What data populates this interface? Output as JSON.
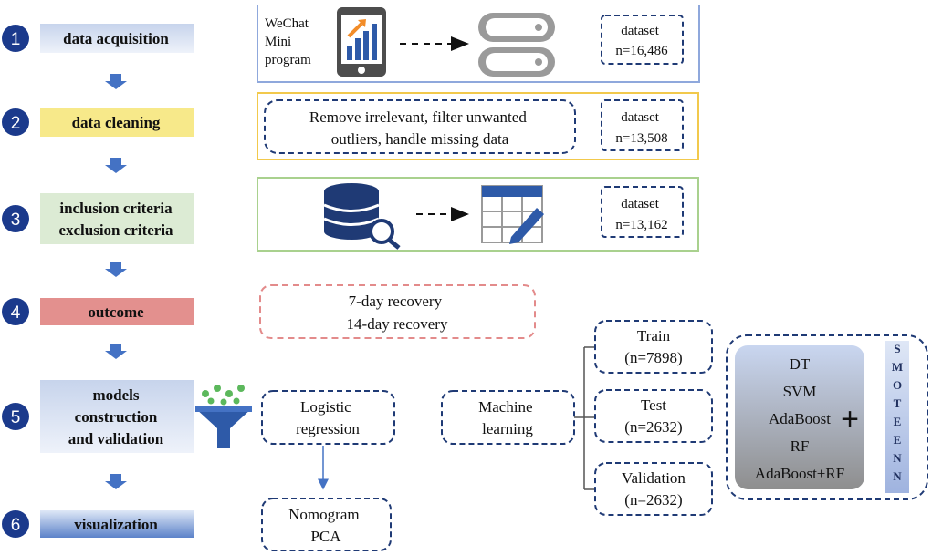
{
  "steps": [
    {
      "num": "1",
      "lines": [
        "data acquisition"
      ],
      "color": "#c9d8f0"
    },
    {
      "num": "2",
      "lines": [
        "data cleaning"
      ],
      "color": "#f7e98a"
    },
    {
      "num": "3",
      "lines": [
        "inclusion criteria",
        "exclusion criteria"
      ],
      "color": "#dcebd4"
    },
    {
      "num": "4",
      "lines": [
        "outcome"
      ],
      "color": "#e3908e"
    },
    {
      "num": "5",
      "lines": [
        "models",
        "construction",
        "and validation"
      ],
      "color": "#b7c7ea"
    },
    {
      "num": "6",
      "lines": [
        "visualization"
      ],
      "color": "#6c8fd0"
    }
  ],
  "acquisition": {
    "app_lines": [
      "WeChat",
      "Mini",
      "program"
    ],
    "dataset_lines": [
      "dataset",
      "n=16,486"
    ]
  },
  "cleaning": {
    "text_lines": [
      "Remove irrelevant, filter unwanted",
      "outliers, handle missing  data"
    ],
    "dataset_lines": [
      "dataset",
      "n=13,508"
    ]
  },
  "criteria": {
    "dataset_lines": [
      "dataset",
      "n=13,162"
    ]
  },
  "outcome": {
    "lines": [
      "7-day recovery",
      "14-day recovery"
    ]
  },
  "models": {
    "logistic_lines": [
      "Logistic",
      "regression"
    ],
    "ml_lines": [
      "Machine",
      "learning"
    ],
    "splits": [
      {
        "lines": [
          "Train",
          "(n=7898)"
        ]
      },
      {
        "lines": [
          "Test",
          "(n=2632)"
        ]
      },
      {
        "lines": [
          "Validation",
          "(n=2632)"
        ]
      }
    ],
    "algorithms": [
      "DT",
      "SVM",
      "AdaBoost",
      "RF",
      "AdaBoost+RF"
    ],
    "plus": "+",
    "smoteenn_letters": [
      "S",
      "M",
      "O",
      "T",
      "E",
      "E",
      "N",
      "N"
    ]
  },
  "visualization": {
    "lines": [
      "Nomogram",
      "PCA"
    ]
  },
  "colors": {
    "navy": "#1f3a75",
    "circle": "#1b3a8c",
    "arrow": "#4472c4",
    "box1_border": "#8fa8dc",
    "box2_border": "#f2c94c",
    "box3_border": "#a9d18e",
    "outcome_border": "#e38b8b"
  }
}
